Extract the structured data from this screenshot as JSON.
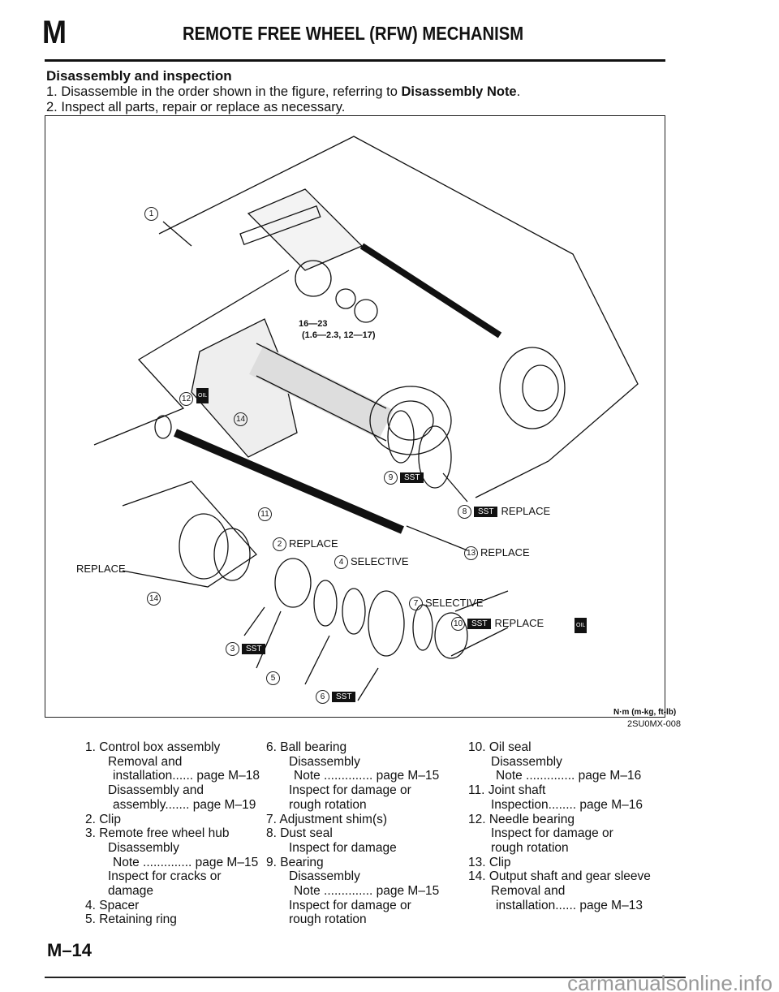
{
  "header": {
    "section_letter": "M",
    "title": "REMOTE FREE WHEEL (RFW) MECHANISM"
  },
  "section": {
    "heading": "Disassembly and inspection",
    "step1_prefix": "1. Disassemble in the order shown in the figure, referring to ",
    "step1_bold": "Disassembly Note",
    "step1_suffix": ".",
    "step2": "2. Inspect all parts, repair or replace as necessary."
  },
  "figure": {
    "torque_value": "16—23",
    "torque_alt": "(1.6—2.3, 12—17)",
    "units": "N·m (m-kg, ft-lb)",
    "figure_code": "2SU0MX-008",
    "sst_label": "SST",
    "oil_label": "OIL",
    "callouts": [
      {
        "num": "1",
        "tags": ""
      },
      {
        "num": "12",
        "tags": ""
      },
      {
        "num": "14",
        "tags": ""
      },
      {
        "num": "9",
        "tags": "SST"
      },
      {
        "num": "11",
        "tags": ""
      },
      {
        "num": "2",
        "tags": "REPLACE"
      },
      {
        "num": "8",
        "tags": "SST REPLACE"
      },
      {
        "num": "13",
        "tags": "REPLACE"
      },
      {
        "num": "4",
        "tags": "SELECTIVE"
      },
      {
        "num": "",
        "tags": "REPLACE"
      },
      {
        "num": "14",
        "tags": ""
      },
      {
        "num": "7",
        "tags": "SELECTIVE"
      },
      {
        "num": "10",
        "tags": "SST REPLACE"
      },
      {
        "num": "3",
        "tags": "SST"
      },
      {
        "num": "5",
        "tags": ""
      },
      {
        "num": "6",
        "tags": "SST"
      }
    ]
  },
  "legend": {
    "columns": [
      [
        {
          "t": "1. Control box assembly",
          "i": 0
        },
        {
          "t": "Removal and",
          "i": 1
        },
        {
          "t": "installation...... page M–18",
          "i": 2
        },
        {
          "t": "Disassembly and",
          "i": 1
        },
        {
          "t": "assembly....... page M–19",
          "i": 2
        },
        {
          "t": "2. Clip",
          "i": 0
        },
        {
          "t": "3. Remote free wheel hub",
          "i": 0
        },
        {
          "t": "Disassembly",
          "i": 1
        },
        {
          "t": "Note .............. page M–15",
          "i": 2
        },
        {
          "t": "Inspect for cracks or",
          "i": 1
        },
        {
          "t": "damage",
          "i": 1
        },
        {
          "t": "4. Spacer",
          "i": 0
        },
        {
          "t": "5. Retaining ring",
          "i": 0
        }
      ],
      [
        {
          "t": "6. Ball bearing",
          "i": 0
        },
        {
          "t": "Disassembly",
          "i": 1
        },
        {
          "t": "Note .............. page M–15",
          "i": 2
        },
        {
          "t": "Inspect for damage or",
          "i": 1
        },
        {
          "t": "rough rotation",
          "i": 1
        },
        {
          "t": "7. Adjustment shim(s)",
          "i": 0
        },
        {
          "t": "8. Dust seal",
          "i": 0
        },
        {
          "t": "Inspect for damage",
          "i": 1
        },
        {
          "t": "9. Bearing",
          "i": 0
        },
        {
          "t": "Disassembly",
          "i": 1
        },
        {
          "t": "Note .............. page M–15",
          "i": 2
        },
        {
          "t": "Inspect for damage or",
          "i": 1
        },
        {
          "t": "rough rotation",
          "i": 1
        }
      ],
      [
        {
          "t": "10. Oil seal",
          "i": 0
        },
        {
          "t": "Disassembly",
          "i": 1
        },
        {
          "t": "Note .............. page M–16",
          "i": 2
        },
        {
          "t": "11. Joint shaft",
          "i": 0
        },
        {
          "t": "Inspection........ page M–16",
          "i": 1
        },
        {
          "t": "12. Needle bearing",
          "i": 0
        },
        {
          "t": "Inspect for damage or",
          "i": 1
        },
        {
          "t": "rough rotation",
          "i": 1
        },
        {
          "t": "13. Clip",
          "i": 0
        },
        {
          "t": "14. Output shaft and gear sleeve",
          "i": 0
        },
        {
          "t": "Removal and",
          "i": 1
        },
        {
          "t": "installation...... page M–13",
          "i": 2
        }
      ]
    ]
  },
  "footer": {
    "page_number": "M–14",
    "watermark": "carmanualsonline.info"
  }
}
